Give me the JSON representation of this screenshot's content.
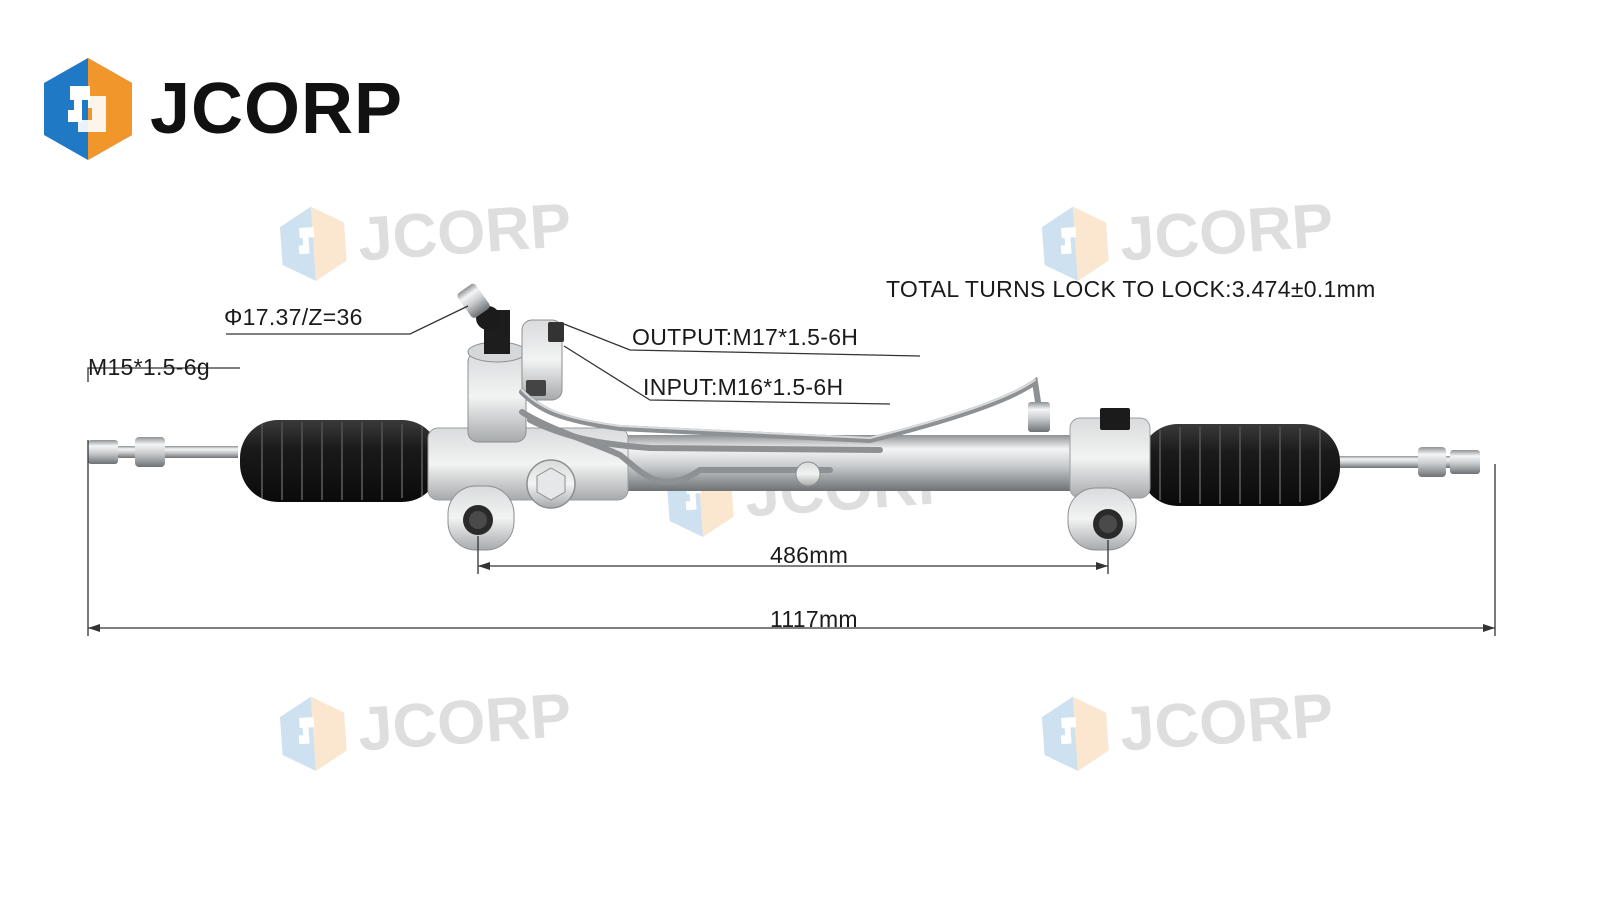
{
  "brand": {
    "name": "JCORP",
    "colors": {
      "blue": "#1f79c4",
      "orange": "#f0962a",
      "yellow": "#f7c21e",
      "ink": "#111111"
    },
    "icon": "hexagon-j-logo-icon"
  },
  "watermark": {
    "text": "JCORP"
  },
  "specs": {
    "total_turns": "TOTAL TURNS LOCK TO LOCK:3.474±0.1mm",
    "pinion": "Φ17.37/Z=36",
    "output_port": "OUTPUT:M17*1.5-6H",
    "input_port": "INPUT:M16*1.5-6H",
    "tie_rod_thread": "M15*1.5-6g",
    "mount_distance": "486mm",
    "overall_length": "1117mm"
  },
  "product": {
    "icon": "steering-rack-icon"
  }
}
